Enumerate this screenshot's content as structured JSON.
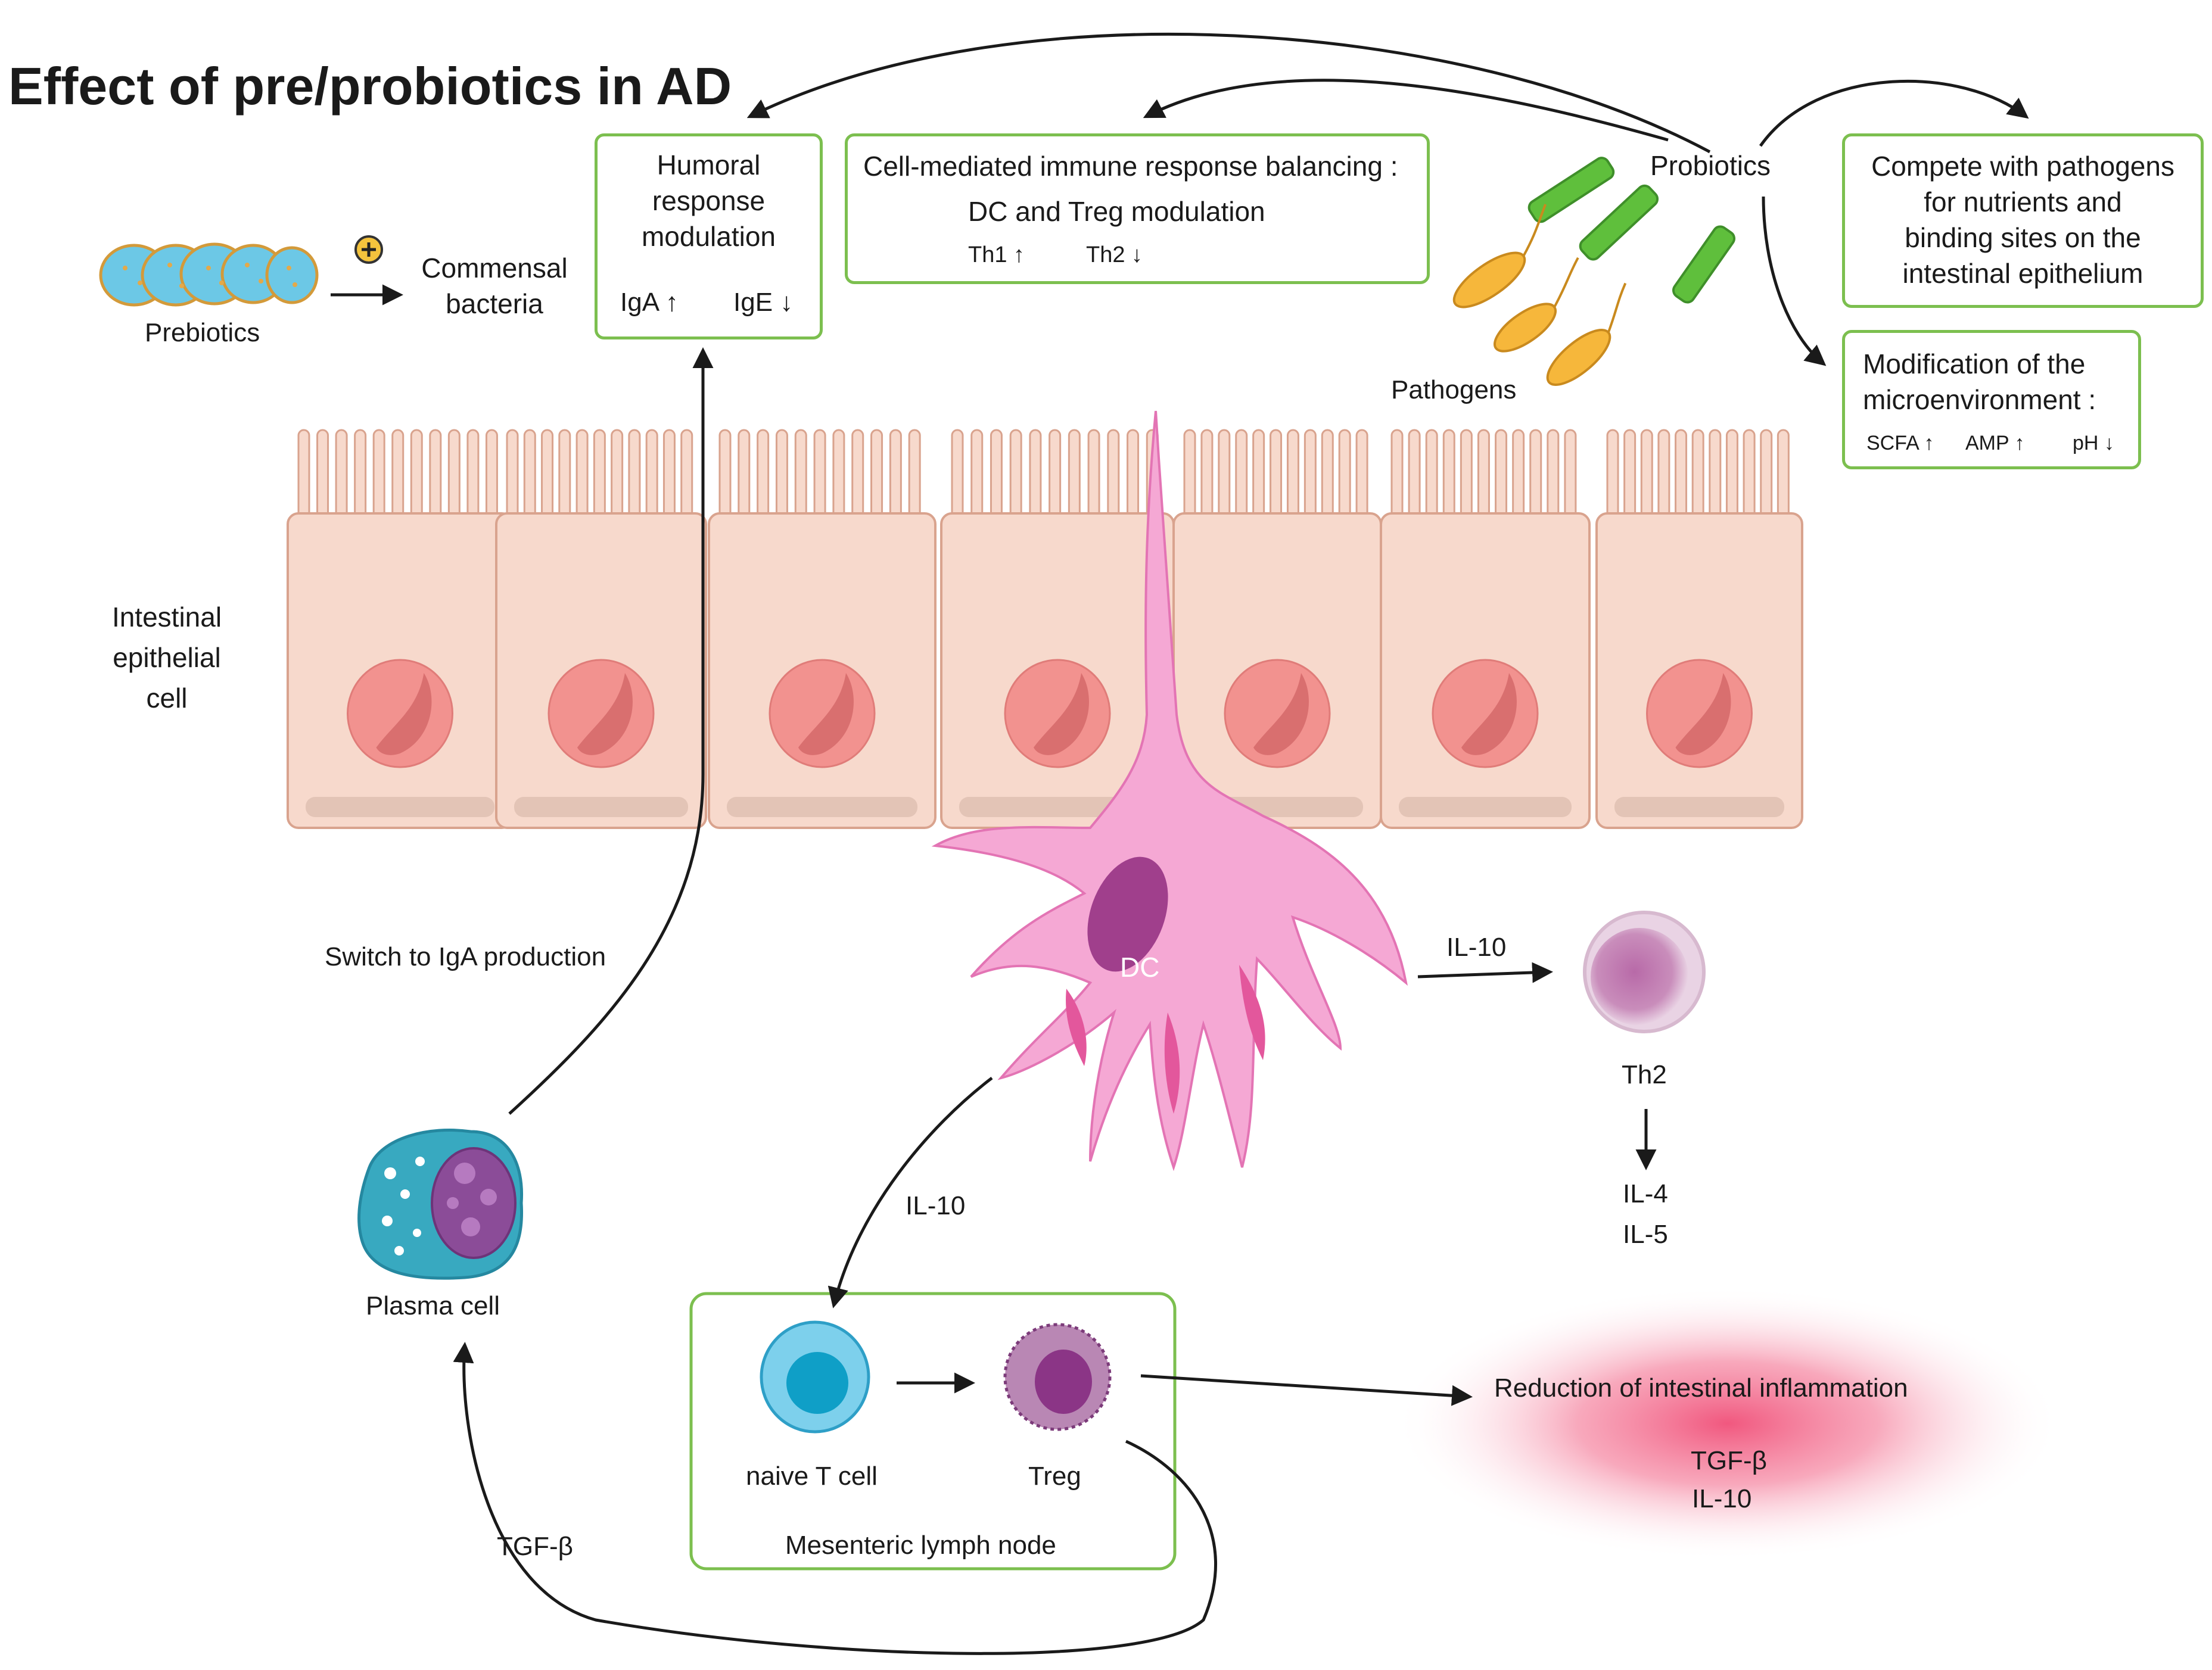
{
  "title": "Effect of pre/probiotics in AD",
  "labels": {
    "prebiotics": "Prebiotics",
    "commensal": [
      "Commensal",
      "bacteria"
    ],
    "probiotics": "Probiotics",
    "pathogens": "Pathogens",
    "epithelial": [
      "Intestinal",
      "epithelial",
      "cell"
    ],
    "dc": "DC",
    "switch_iga": "Switch to IgA production",
    "il10_right": "IL-10",
    "il10_left": "IL-10",
    "th2_cell": "Th2",
    "il4": "IL-4",
    "il5": "IL-5",
    "plasma_cell": "Plasma cell",
    "tgf_left": "TGF-β",
    "naive_t": "naive T cell",
    "treg": "Treg",
    "lymph_node": "Mesenteric lymph node",
    "reduction": "Reduction of intestinal inflammation",
    "reduction_tgf": "TGF-β",
    "reduction_il10": "IL-10"
  },
  "boxes": {
    "humoral": {
      "lines": [
        "Humoral",
        "response",
        "modulation"
      ],
      "iga": "IgA ↑",
      "ige": "IgE ↓"
    },
    "cell_mediated": {
      "title": "Cell-mediated immune response balancing :",
      "sub": "DC and Treg modulation",
      "th1": "Th1 ↑",
      "th2": "Th2 ↓"
    },
    "compete": {
      "lines": [
        "Compete with pathogens",
        "for nutrients and",
        "binding sites on the",
        "intestinal epithelium"
      ]
    },
    "modification": {
      "lines": [
        "Modification of the",
        "microenvironment :"
      ],
      "scfa": "SCFA ↑",
      "amp": "AMP ↑",
      "ph": "pH ↓"
    }
  },
  "colors": {
    "box_border": "#7cbf4f",
    "epithelium": "#f7d9cc",
    "nucleus": "#f2928f",
    "dc_body": "#f5a8d4",
    "probiotic": "#5fbf3c",
    "pathogen": "#f6b73b",
    "naive_t": "#3fb8de",
    "treg": "#a86aa6",
    "plasma": "#38a9c0",
    "inflammation": "#f04f78"
  }
}
